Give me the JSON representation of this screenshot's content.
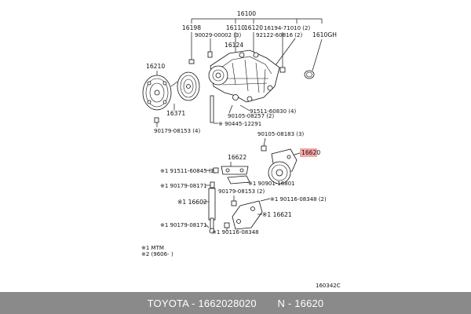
{
  "callouts": {
    "c16100": "16100",
    "c16198": "16198",
    "c16110": "16110",
    "c16120": "16120",
    "c16194": "16194-71010 (2)",
    "c90029": "90029-00002 (3)",
    "c92122": "92122-60816 (2)",
    "c1610GH": "1610GH",
    "c16124": "16124",
    "c16210": "16210",
    "c16371": "16371",
    "c91511a": "91511-60830 (4)",
    "c90105a": "90105-08257 (2)",
    "c90445": "※ 90445-12291",
    "c90179a": "90179-08153 (4)",
    "c90105b": "90105-08183 (3)",
    "c16620": "16620",
    "c16622": "16622",
    "c91511b": "※1 91511-60845 (2)",
    "c90901": "※1 90901-16801",
    "c90179b": "※1 90179-08171",
    "c90179c": "90179-08153 (2)",
    "c16602": "※1 16602",
    "c90116a": "※1 90116-08348 (2)",
    "c16621": "※1 16621",
    "c90179d": "※1 90179-08171",
    "c90116b": "※1 90116-08348",
    "legend1": "※1 MTM",
    "legend2": "※2 (9606-        )",
    "figid": "160342C"
  },
  "highlight": {
    "part": "16620",
    "color": "#f4a6a6"
  },
  "footer": {
    "text": "TOYOTA - 1662028020       N - 16620"
  }
}
